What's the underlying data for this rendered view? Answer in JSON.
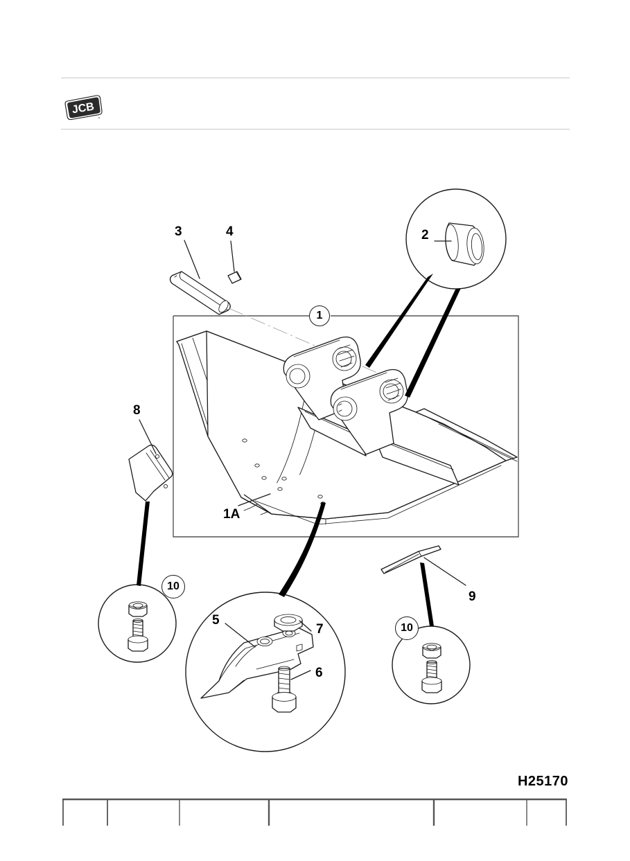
{
  "document": {
    "figure_code": "H25170",
    "brand": "JCB"
  },
  "header": {
    "logo_text": "JCB",
    "logo_registered_mark": "®"
  },
  "diagram": {
    "title_frame_label": "1",
    "callouts": [
      {
        "id": "c1",
        "label": "1",
        "style": "circle",
        "name": "bucket-assembly"
      },
      {
        "id": "c1a",
        "label": "1A",
        "style": "plain",
        "name": "bucket-cutting-edge"
      },
      {
        "id": "c2",
        "label": "2",
        "style": "plain",
        "name": "pivot-bush"
      },
      {
        "id": "c3",
        "label": "3",
        "style": "plain",
        "name": "pivot-pin"
      },
      {
        "id": "c4",
        "label": "4",
        "style": "plain",
        "name": "roll-pin"
      },
      {
        "id": "c5",
        "label": "5",
        "style": "plain",
        "name": "bucket-tooth"
      },
      {
        "id": "c6",
        "label": "6",
        "style": "plain",
        "name": "tooth-bolt"
      },
      {
        "id": "c7",
        "label": "7",
        "style": "plain",
        "name": "tooth-nut"
      },
      {
        "id": "c8",
        "label": "8",
        "style": "plain",
        "name": "side-cutter"
      },
      {
        "id": "c9",
        "label": "9",
        "style": "plain",
        "name": "blade"
      },
      {
        "id": "c10a",
        "label": "10",
        "style": "circle",
        "name": "fixing-kit-left"
      },
      {
        "id": "c10b",
        "label": "10",
        "style": "circle",
        "name": "fixing-kit-right"
      }
    ]
  },
  "table": {
    "column_count": 7,
    "rows": []
  },
  "colors": {
    "line": "#1a1a1a",
    "rule": "#c9c9c9",
    "frame": "#555555",
    "leader_thick": "#000000",
    "fill": "#ffffff",
    "shade": "#f2f2f2"
  }
}
